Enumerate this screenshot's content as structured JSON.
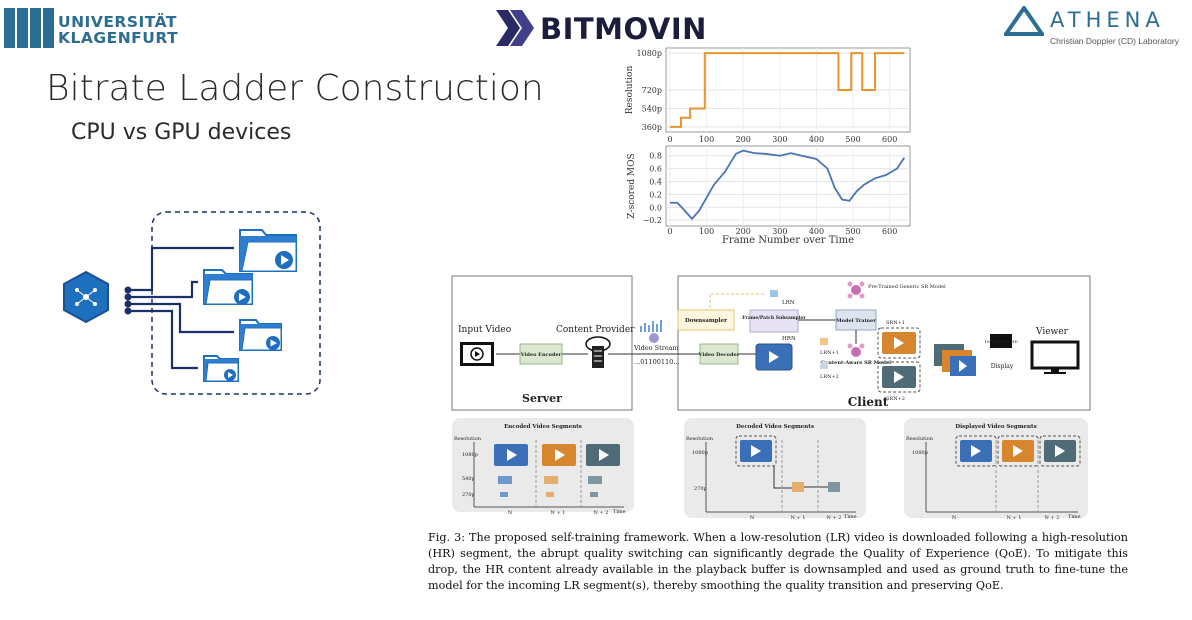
{
  "logos": {
    "university": {
      "line1": "UNIVERSITÄT",
      "line2": "KLAGENFURT"
    },
    "bitmovin": "BITMOVIN",
    "athena": {
      "name": "ATHENA",
      "subtitle": "Christian Doppler (CD) Laboratory"
    }
  },
  "title": "Bitrate Ladder Construction",
  "subtitle": "CPU vs GPU devices",
  "colors": {
    "ladder_blue": "#1f6fbf",
    "ladder_dark": "#1b2f6b",
    "plot_line": "#e8942f",
    "mos_line": "#4a74b4",
    "hr_blue": "#3b6fb8",
    "orange": "#d7862e",
    "gray_segment": "#4f6b78"
  },
  "chart_data": [
    {
      "type": "line",
      "series": [
        {
          "x": [
            0,
            30,
            30,
            55,
            55,
            95,
            95,
            460,
            460,
            495,
            495,
            525,
            525,
            560,
            560,
            640
          ],
          "y": [
            360,
            360,
            450,
            450,
            540,
            540,
            1080,
            1080,
            720,
            720,
            1080,
            1080,
            720,
            720,
            1080,
            1080
          ]
        }
      ],
      "ylabel": "Resolution",
      "yticks": [
        "360p",
        "540p",
        "720p",
        "1080p"
      ],
      "xticks": [
        "0",
        "100",
        "200",
        "300",
        "400",
        "500",
        "600"
      ]
    },
    {
      "type": "line",
      "series": [
        {
          "x": [
            0,
            20,
            40,
            60,
            80,
            100,
            120,
            150,
            180,
            200,
            230,
            260,
            300,
            330,
            360,
            400,
            430,
            450,
            470,
            490,
            510,
            530,
            560,
            590,
            620,
            640
          ],
          "y": [
            0.07,
            0.07,
            -0.05,
            -0.18,
            -0.05,
            0.15,
            0.35,
            0.55,
            0.83,
            0.88,
            0.84,
            0.83,
            0.8,
            0.84,
            0.8,
            0.75,
            0.6,
            0.3,
            0.12,
            0.1,
            0.25,
            0.35,
            0.45,
            0.5,
            0.6,
            0.77
          ]
        }
      ],
      "xlabel": "Frame Number over Time",
      "ylabel": "Z-scored MOS",
      "yticks": [
        "−0.2",
        "0.0",
        "0.2",
        "0.4",
        "0.6",
        "0.8"
      ],
      "xticks": [
        "0",
        "100",
        "200",
        "300",
        "400",
        "500",
        "600"
      ]
    }
  ],
  "framework": {
    "input_video": "Input Video",
    "video_encoder": "Video Encoder",
    "content_provider": "Content Provider",
    "video_stream": "Video Stream",
    "bitstream": "...01100110...",
    "server": "Server",
    "client": "Client",
    "downsampler": "Downsampler",
    "frame_patch": "Frame/Patch Subsampler",
    "video_decoder": "Video Decoder",
    "model_trainer": "Model Trainer",
    "pretrained": "Pre-Trained Generic SR Model",
    "content_aware": "Content-Aware SR Model",
    "viewer": "Viewer",
    "display": "Display",
    "lr_n": "LRN",
    "hr_n": "HRN",
    "lr_n1": "LRN+1",
    "lr_n2": "LRN+2",
    "sr_n1": "SRN+1",
    "sr_n2": "SRN+2",
    "fullhd_badge": "1080p FULL HD"
  },
  "segments": {
    "encoded": {
      "title": "Encoded Video Segments",
      "axis": "Resolution",
      "r1080": "1080p",
      "r540": "540p",
      "r270": "270p",
      "n": "N",
      "n1": "N + 1",
      "n2": "N + 2",
      "time": "Time"
    },
    "decoded": {
      "title": "Decoded Video Segments",
      "axis": "Resolution",
      "r1080": "1080p",
      "r270": "270p",
      "n": "N",
      "n1": "N + 1",
      "n2": "N + 2",
      "time": "Time"
    },
    "displayed": {
      "title": "Displayed Video Segments",
      "axis": "Resolution",
      "r1080": "1080p",
      "n": "N",
      "n1": "N + 1",
      "n2": "N + 2",
      "time": "Time"
    }
  },
  "caption": "Fig. 3: The proposed self-training framework. When a low-resolution (LR) video is downloaded following a high-resolution (HR) segment, the abrupt quality switching can significantly degrade the Quality of Experience (QoE). To mitigate this drop, the HR content already available in the playback buffer is downsampled and used as ground truth to fine-tune the model for the incoming LR segment(s), thereby smoothing the quality transition and preserving QoE."
}
